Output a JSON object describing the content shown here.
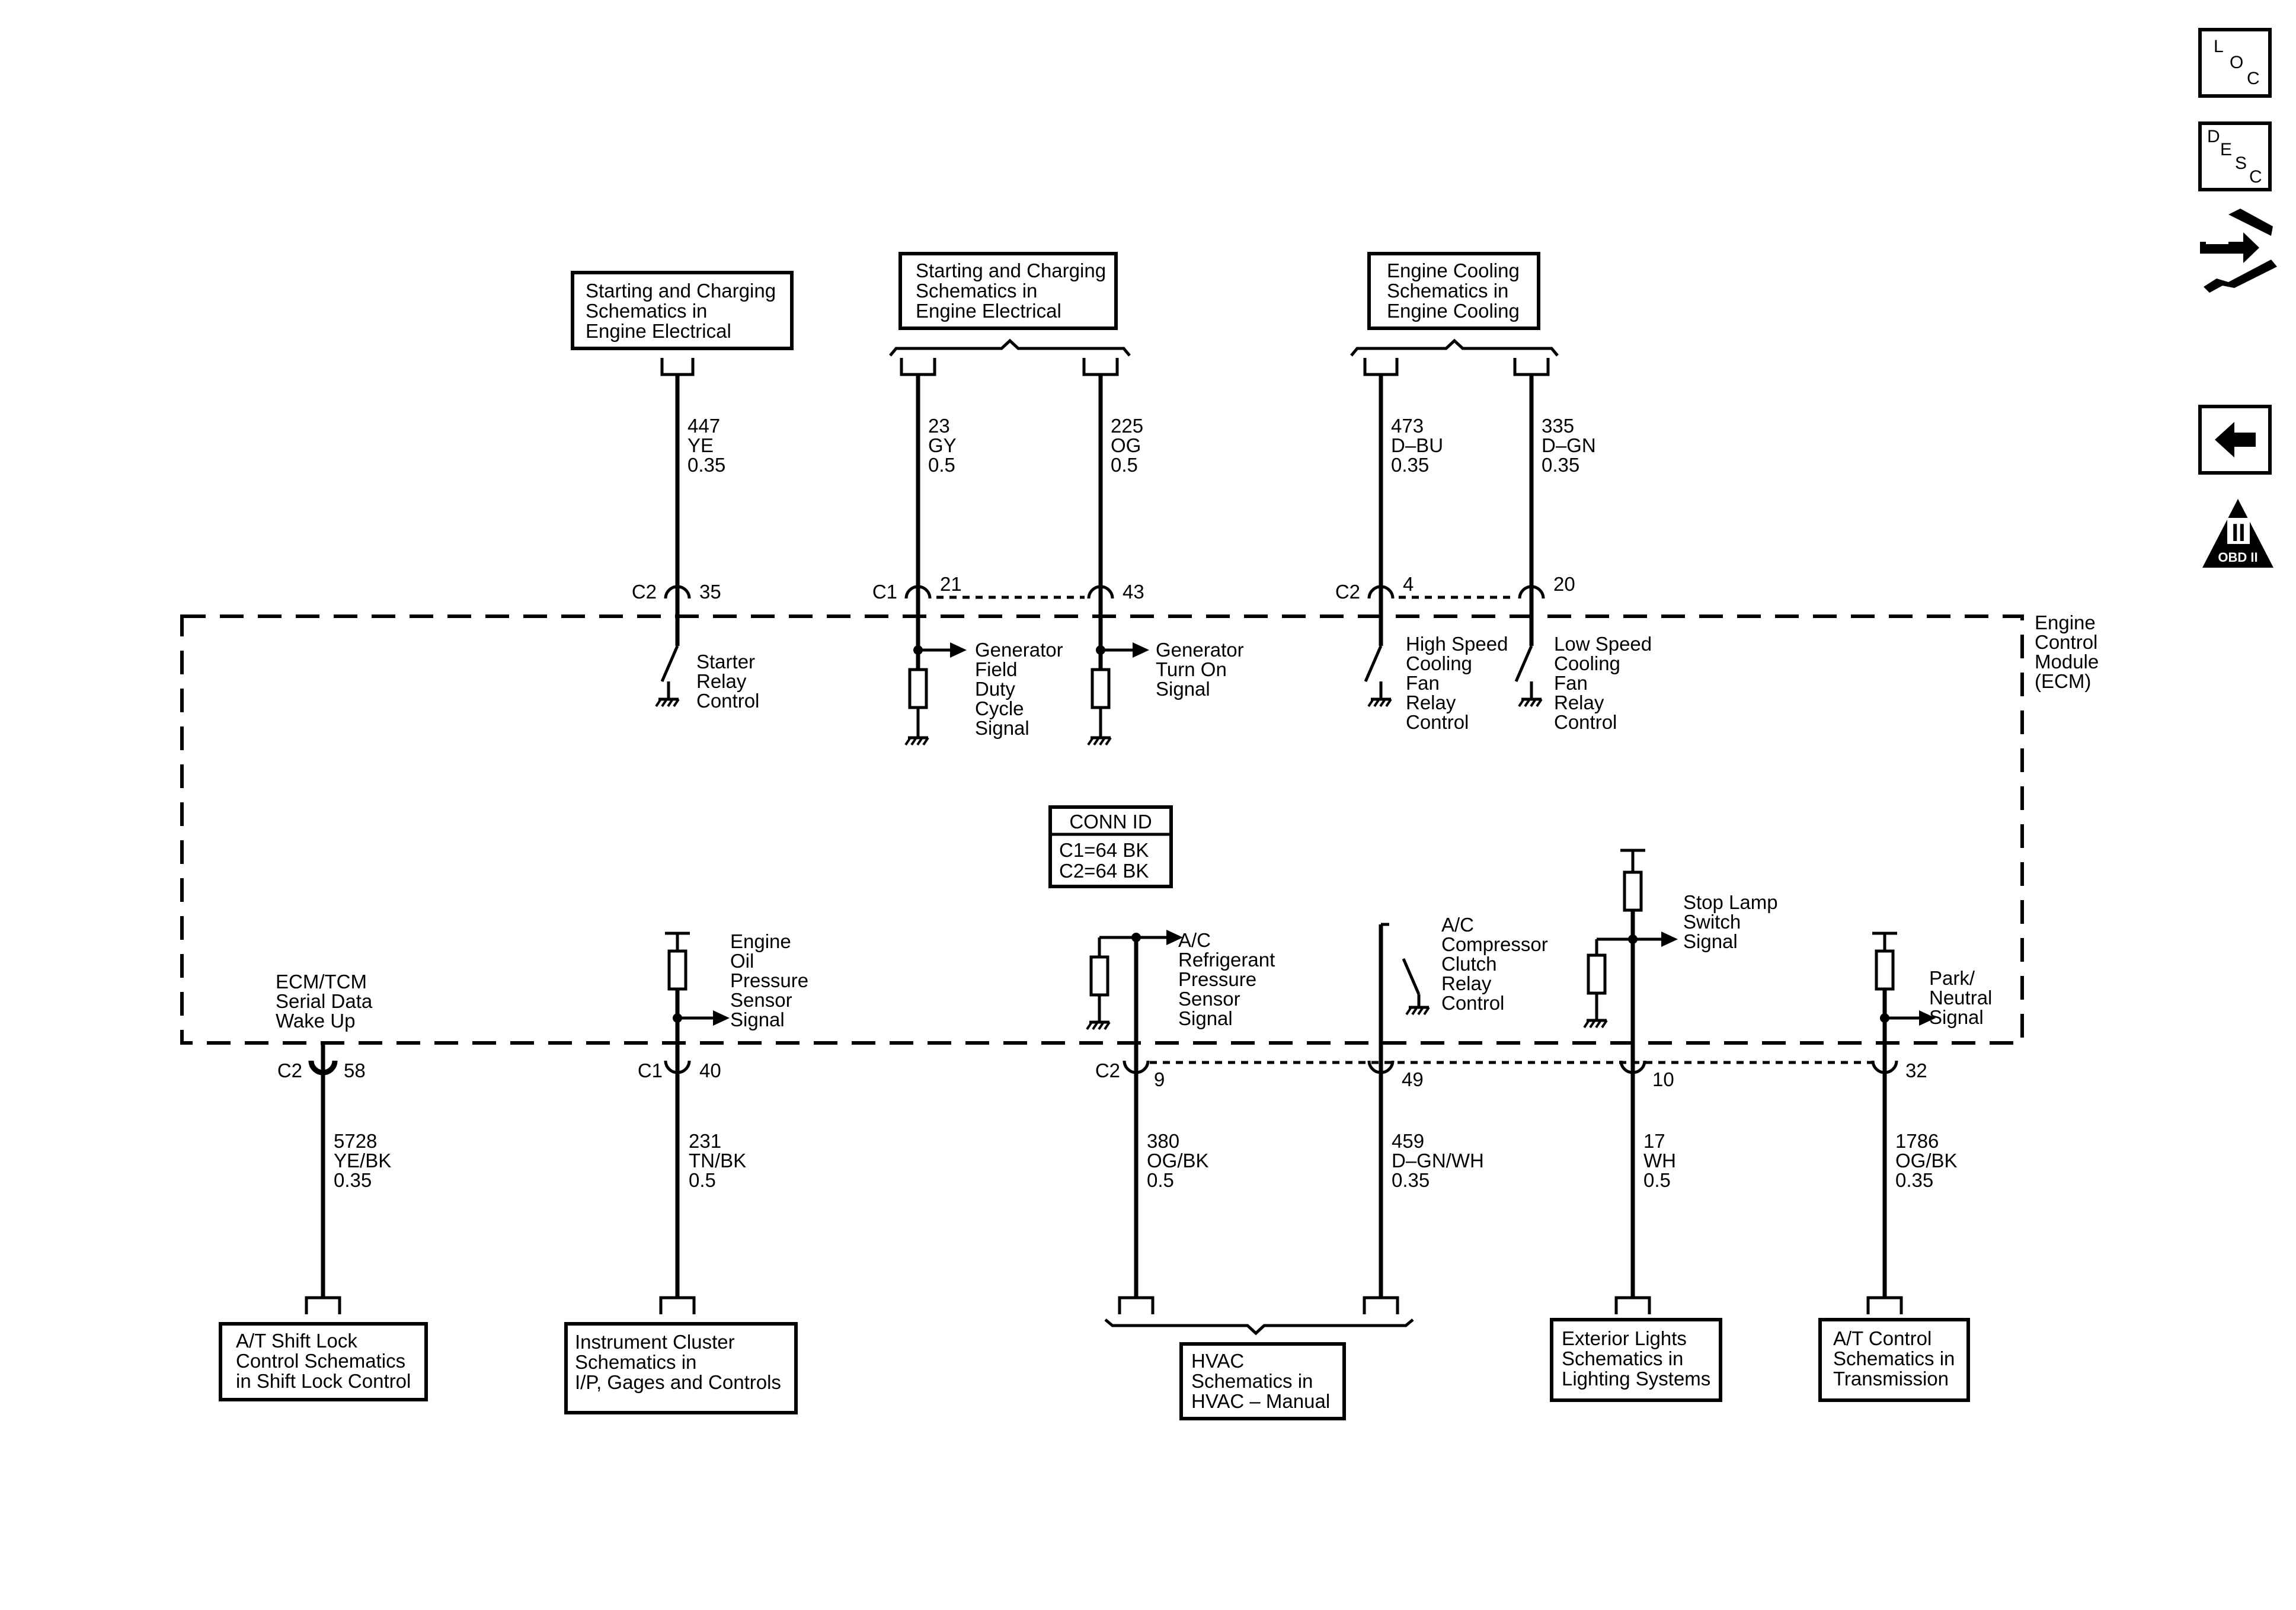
{
  "module": {
    "name_lines": [
      "Engine",
      "Control",
      "Module",
      "(ECM)"
    ]
  },
  "conn_id": {
    "title": "CONN ID",
    "lines": [
      "C1=64 BK",
      "C2=64 BK"
    ]
  },
  "nav_icons": {
    "loc": {
      "letters": [
        "L",
        "O",
        "C"
      ]
    },
    "desc": {
      "letters": [
        "D",
        "E",
        "S",
        "C"
      ]
    },
    "repair": {
      "icon": "wrench-arrows-icon"
    },
    "back": {
      "icon": "left-arrow-icon"
    },
    "obd": {
      "glyph": "II",
      "label": "OBD II"
    }
  },
  "top_refs": [
    {
      "lines": [
        "Starting and Charging",
        "Schematics in",
        "Engine Electrical"
      ]
    },
    {
      "lines": [
        "Starting and Charging",
        "Schematics in",
        "Engine Electrical"
      ]
    },
    {
      "lines": [
        "Engine Cooling",
        "Schematics in",
        "Engine Cooling"
      ]
    }
  ],
  "top_circuits": [
    {
      "circuit": "447",
      "color": "YE",
      "gauge": "0.35",
      "connector": "C2",
      "pin": "35",
      "function": [
        "Starter",
        "Relay",
        "Control"
      ]
    },
    {
      "circuit": "23",
      "color": "GY",
      "gauge": "0.5",
      "connector": "C1",
      "pin": "21",
      "function": [
        "Generator",
        "Field",
        "Duty",
        "Cycle",
        "Signal"
      ]
    },
    {
      "circuit": "225",
      "color": "OG",
      "gauge": "0.5",
      "connector": "",
      "pin": "43",
      "function": [
        "Generator",
        "Turn On",
        "Signal"
      ]
    },
    {
      "circuit": "473",
      "color": "D–BU",
      "gauge": "0.35",
      "connector": "C2",
      "pin": "4",
      "function": [
        "High Speed",
        "Cooling",
        "Fan",
        "Relay",
        "Control"
      ]
    },
    {
      "circuit": "335",
      "color": "D–GN",
      "gauge": "0.35",
      "connector": "",
      "pin": "20",
      "function": [
        "Low Speed",
        "Cooling",
        "Fan",
        "Relay",
        "Control"
      ]
    }
  ],
  "bottom_circuits": [
    {
      "circuit": "5728",
      "color": "YE/BK",
      "gauge": "0.35",
      "connector": "C2",
      "pin": "58",
      "function": [
        "ECM/TCM",
        "Serial Data",
        "Wake Up"
      ]
    },
    {
      "circuit": "231",
      "color": "TN/BK",
      "gauge": "0.5",
      "connector": "C1",
      "pin": "40",
      "function": [
        "Engine",
        "Oil",
        "Pressure",
        "Sensor",
        "Signal"
      ]
    },
    {
      "circuit": "380",
      "color": "OG/BK",
      "gauge": "0.5",
      "connector": "C2",
      "pin": "9",
      "function": [
        "A/C",
        "Refrigerant",
        "Pressure",
        "Sensor",
        "Signal"
      ]
    },
    {
      "circuit": "459",
      "color": "D–GN/WH",
      "gauge": "0.35",
      "connector": "",
      "pin": "49",
      "function": [
        "A/C",
        "Compressor",
        "Clutch",
        "Relay",
        "Control"
      ]
    },
    {
      "circuit": "17",
      "color": "WH",
      "gauge": "0.5",
      "connector": "",
      "pin": "10",
      "function": [
        "Stop Lamp",
        "Switch",
        "Signal"
      ]
    },
    {
      "circuit": "1786",
      "color": "OG/BK",
      "gauge": "0.35",
      "connector": "",
      "pin": "32",
      "function": [
        "Park/",
        "Neutral",
        "Signal"
      ]
    }
  ],
  "bottom_refs": [
    {
      "lines": [
        "A/T Shift Lock",
        "Control Schematics",
        "in Shift Lock Control"
      ]
    },
    {
      "lines": [
        "Instrument Cluster",
        "Schematics in",
        "I/P, Gages and Controls"
      ]
    },
    {
      "lines": [
        "HVAC",
        "Schematics in",
        "HVAC – Manual"
      ]
    },
    {
      "lines": [
        "Exterior Lights",
        "Schematics in",
        "Lighting Systems"
      ]
    },
    {
      "lines": [
        "A/T Control",
        "Schematics in",
        "Transmission"
      ]
    }
  ]
}
